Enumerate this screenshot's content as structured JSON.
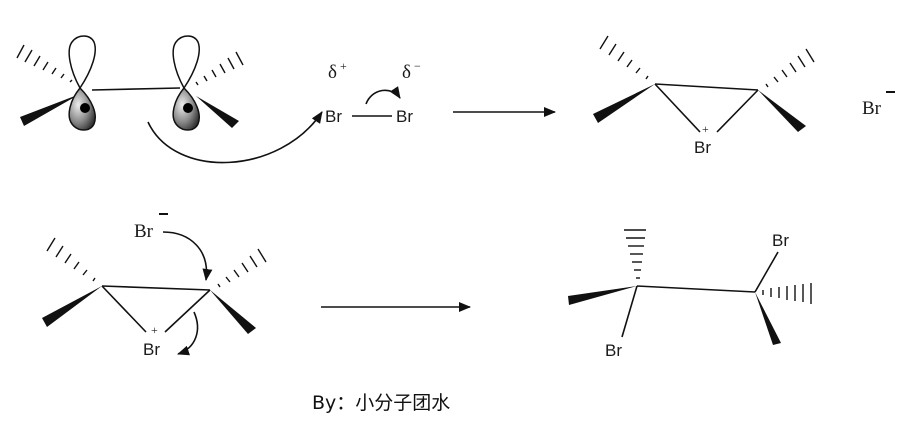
{
  "labels": {
    "br": "Br",
    "plus": "+",
    "minus": "−",
    "delta": "δ",
    "delta_plus": "+",
    "delta_minus": "−",
    "credit": "By：小分子团水"
  }
}
